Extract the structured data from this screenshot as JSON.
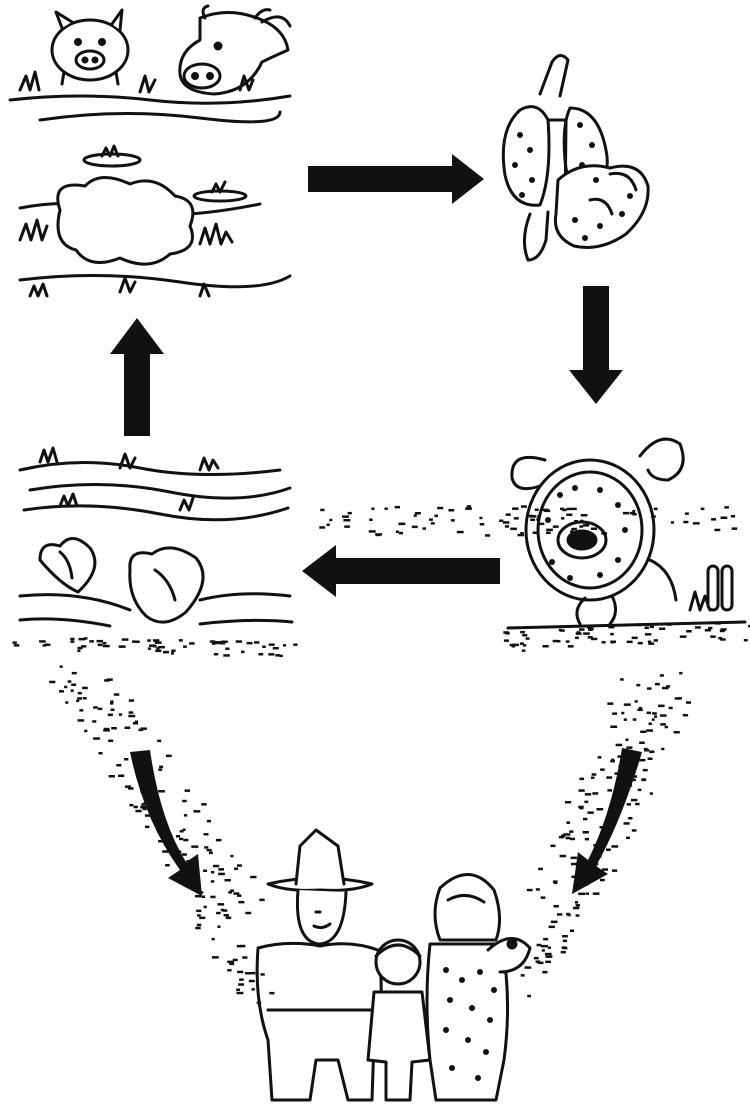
{
  "diagram": {
    "type": "life-cycle",
    "stages": [
      {
        "id": "grazing-pasture",
        "icon": "pasture-with-pig-and-cow-icon"
      },
      {
        "id": "infected-organs",
        "icon": "lungs-and-liver-with-cysts-icon"
      },
      {
        "id": "dog-host",
        "icon": "dog-eating-organs-icon"
      },
      {
        "id": "eggs-in-feces",
        "icon": "contaminated-ground-icon"
      },
      {
        "id": "human-infection",
        "icon": "people-group-icon"
      }
    ],
    "arrows": [
      {
        "from": "grazing-pasture",
        "to": "infected-organs"
      },
      {
        "from": "infected-organs",
        "to": "dog-host"
      },
      {
        "from": "dog-host",
        "to": "eggs-in-feces"
      },
      {
        "from": "eggs-in-feces",
        "to": "grazing-pasture"
      },
      {
        "from": "eggs-in-feces",
        "to": "human-infection"
      },
      {
        "from": "dog-host",
        "to": "human-infection"
      }
    ],
    "colors": {
      "ink": "#111111",
      "paper": "#ffffff"
    }
  }
}
